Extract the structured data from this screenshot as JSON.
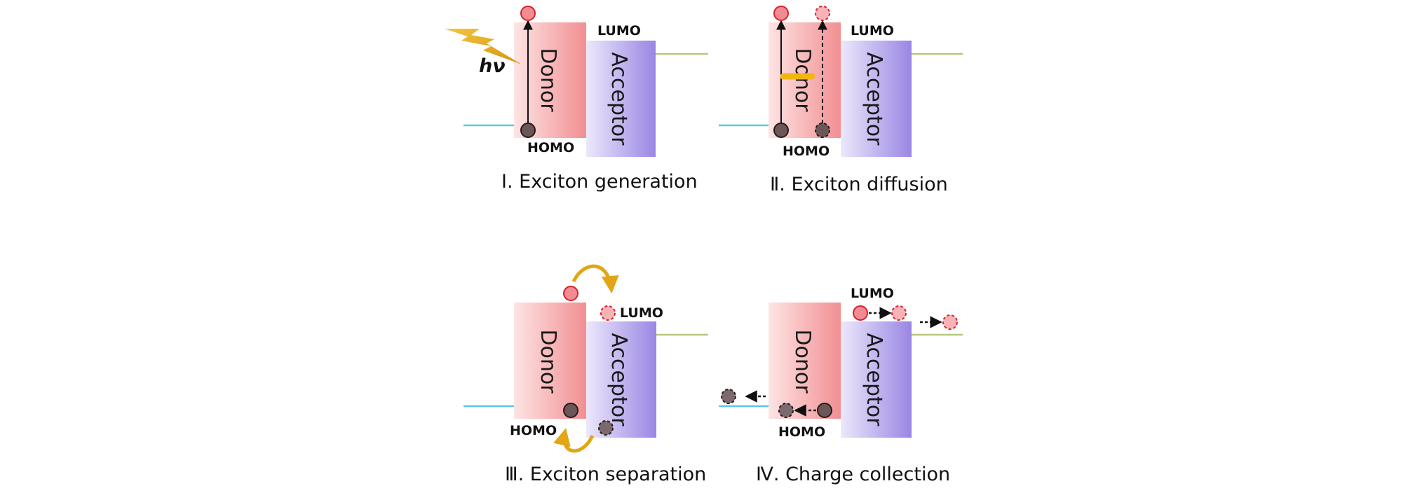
{
  "labels": {
    "donor": "Donor",
    "acceptor": "Acceptor",
    "lumo": "LUMO",
    "homo": "HOMO",
    "photon": "hν"
  },
  "panels": [
    {
      "id": "p1",
      "caption": "Ⅰ. Exciton generation"
    },
    {
      "id": "p2",
      "caption": "Ⅱ. Exciton diffusion"
    },
    {
      "id": "p3",
      "caption": "Ⅲ. Exciton separation"
    },
    {
      "id": "p4",
      "caption": "Ⅳ. Charge collection"
    }
  ],
  "colors": {
    "donor_box": "#f5a9a9",
    "acceptor_box": "#b8a6ec",
    "electron_fill": "#f48a94",
    "electron_stroke": "#d8232a",
    "hole_fill": "#6c5758",
    "hole_stroke": "#2a1a1b",
    "curved_arrow": "#e8a818",
    "lightning": "#e8a818",
    "homo_line": "#5ac6e6",
    "lumo_line": "#b8c682"
  }
}
